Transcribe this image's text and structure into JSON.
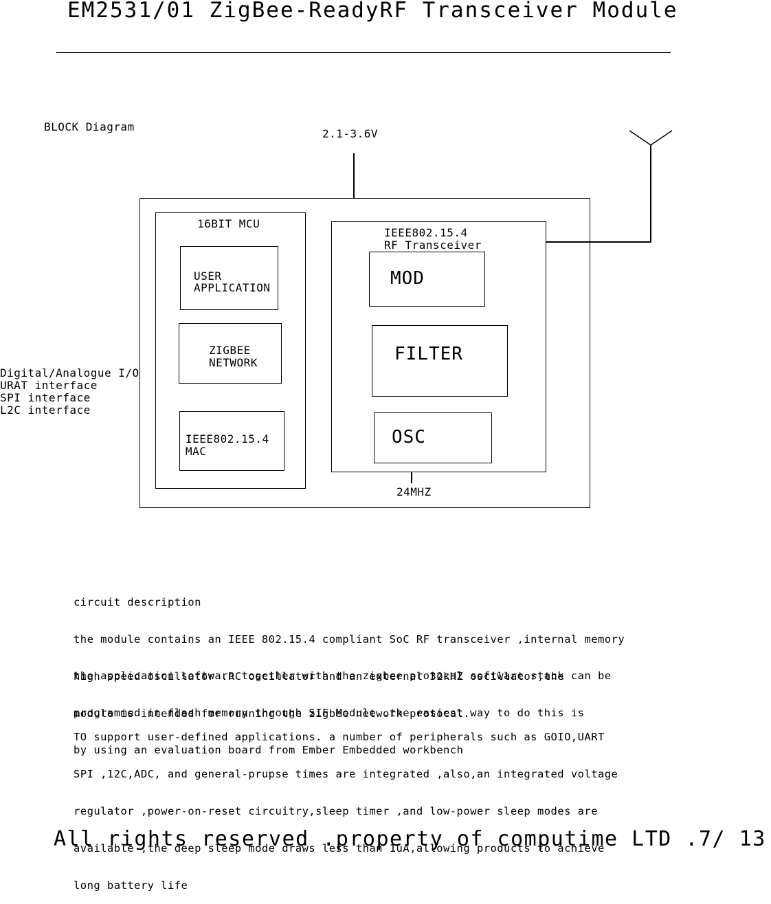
{
  "header": {
    "title": "EM2531/01 ZigBee-ReadyRF Transceiver Module"
  },
  "diagram": {
    "section_label": "BLOCK Diagram",
    "supply_label": "2.1-3.6V",
    "mcu": {
      "title": "16BIT MCU",
      "user_app": [
        "USER",
        "APPLICATION"
      ],
      "zigbee": [
        "ZIGBEE",
        "NETWORK"
      ],
      "mac": [
        "IEEE802.15.4",
        "MAC"
      ]
    },
    "rf": {
      "title": [
        "IEEE802.15.4",
        "RF Transceiver"
      ],
      "mod": "MOD",
      "filter": "FILTER",
      "osc": "OSC"
    },
    "clock_label": "24MHZ",
    "interfaces": [
      "Digital/Analogue I/O",
      "URAT interface",
      "SPI interface",
      "L2C interface"
    ]
  },
  "description": {
    "paragraph1": [
      "circuit description",
      "the module contains an IEEE 802.15.4 compliant SoC RF transceiver ,internal memory",
      "high speed oscillator .RC oscillator and an external 32kHZ oscillator,the",
      "module is intended for running the zigbee network protocal."
    ],
    "paragraph2": [
      "the application software together with the zigbee protocal software stack can be",
      "programmed in flash memory through SIF Module .the easiest way to do this is",
      "by using an evaluation board from Ember Embedded workbench"
    ],
    "paragraph3": [
      "TO support user-defined applications. a number of peripherals such as GOIO,UART",
      "SPI ,12C,ADC, and general-prupse times are integrated ,also,an integrated voltage",
      "regulator ,power-on-reset circuitry,sleep timer ,and low-power sleep modes are",
      "available ,the deep sleep mode draws less than 1uA,allowing products to achieve",
      "long battery life"
    ]
  },
  "footer": {
    "text": "All rights reserved .property of computime LTD .7/ 13"
  }
}
